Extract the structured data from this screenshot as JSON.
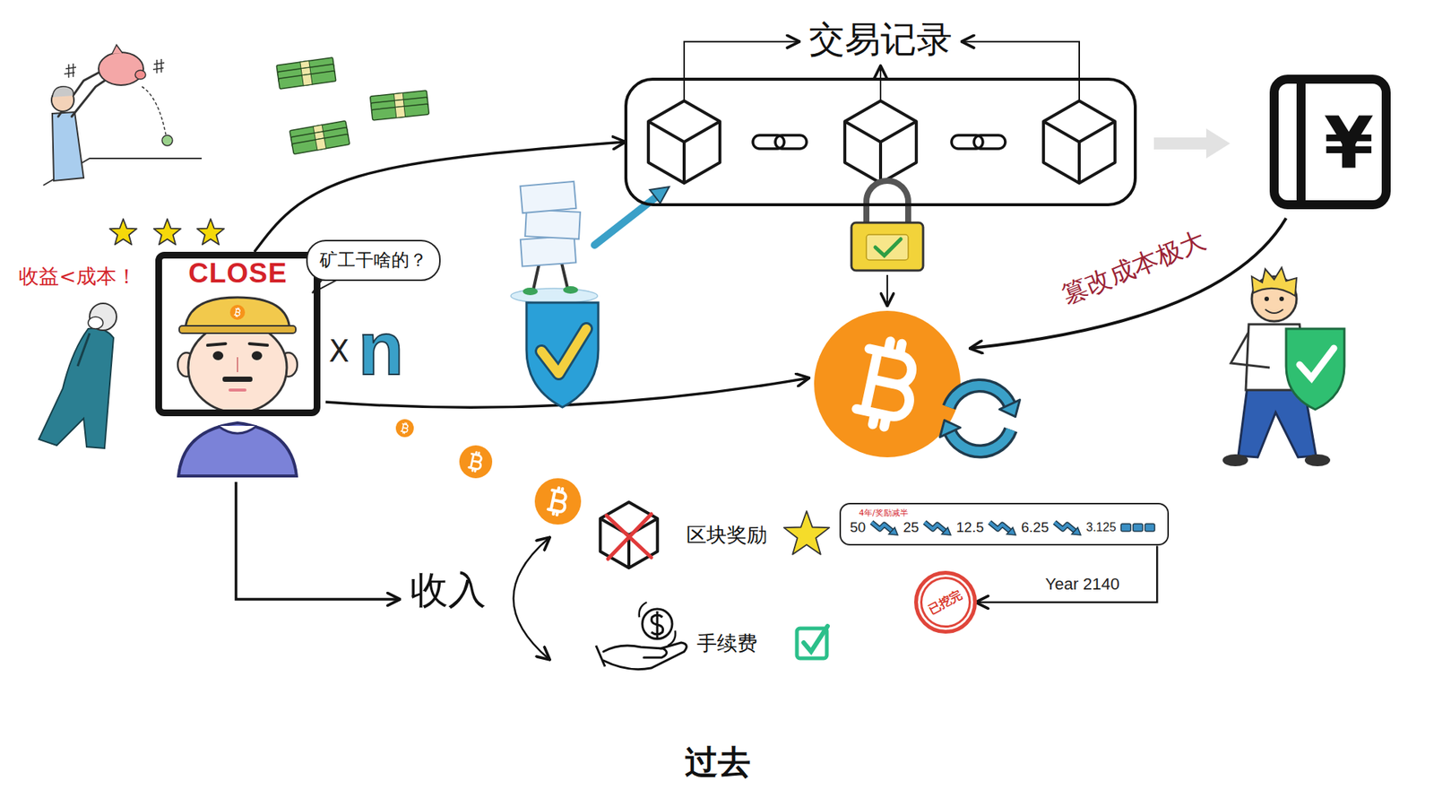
{
  "diagram": {
    "caption": "过去",
    "nodes": [
      {
        "text": [
          "交易记录"
        ]
      },
      {
        "text": [
          "CLOSE"
        ]
      },
      {
        "text": [
          "矿工干啥的？"
        ]
      },
      {
        "text": [
          "4年/奖励减半",
          "50",
          "25",
          "12.5",
          "6.25",
          "3.125"
        ]
      },
      {
        "text": [
          "已挖完"
        ]
      }
    ],
    "edges": [
      {
        "from": 1,
        "to": 0,
        "arrow": "to"
      },
      {
        "from": 3,
        "to": 4,
        "arrow": "to",
        "label": "Year 2140"
      }
    ],
    "labels": [
      "收益<成本！",
      "X",
      "n",
      "¥",
      "篡改成本极大",
      "收入",
      "区块奖励",
      "手续费"
    ]
  }
}
